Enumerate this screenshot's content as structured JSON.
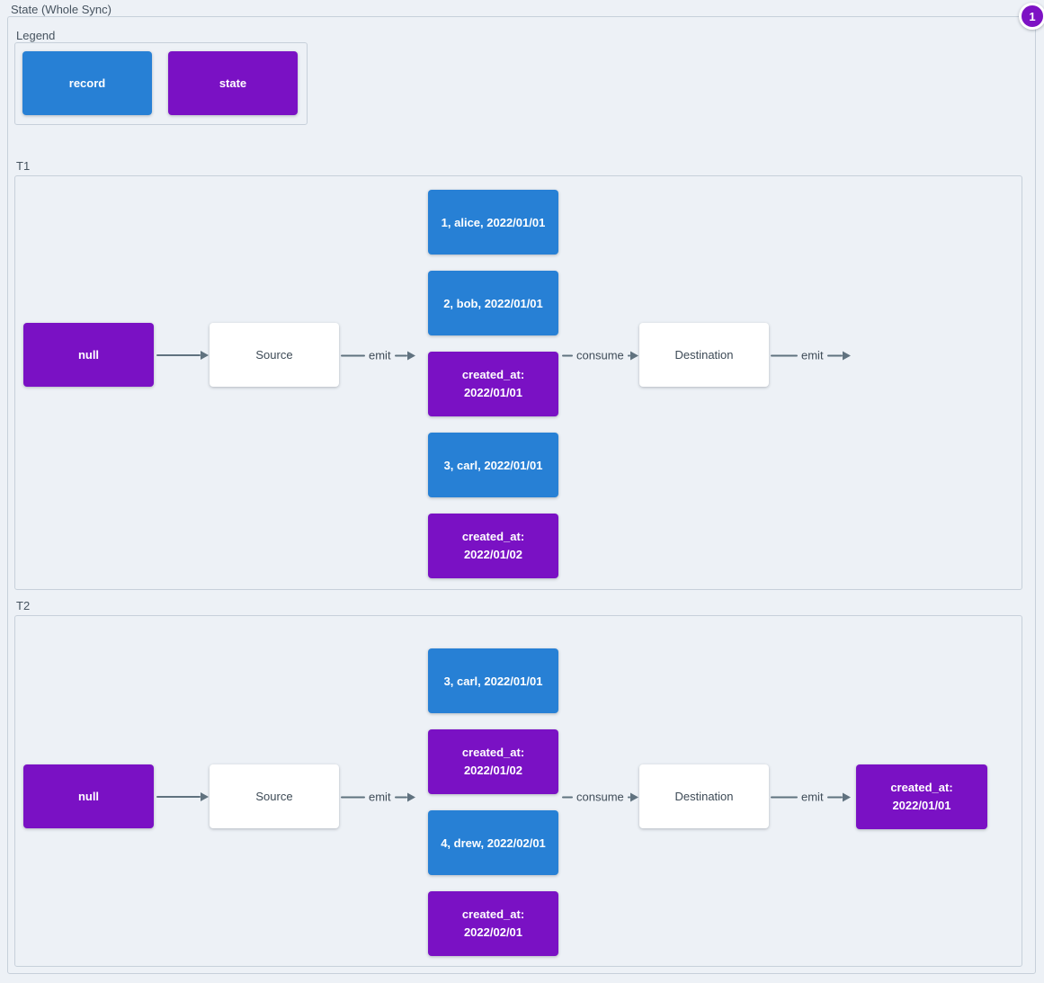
{
  "header": {
    "title": "State (Whole Sync)",
    "badge_count": "1"
  },
  "colors": {
    "record_blue": "#2780d5",
    "state_purple": "#7a11c4",
    "badge_purple": "#7d12c4",
    "background": "#edf1f6",
    "panel_border": "#c7d0da",
    "arrow_gray": "#60727f"
  },
  "legend": {
    "title": "Legend",
    "items": [
      {
        "type": "record",
        "label": "record"
      },
      {
        "type": "state",
        "label": "state"
      }
    ]
  },
  "sections": [
    {
      "label": "T1",
      "input_state": "null",
      "source_label": "Source",
      "emit_label": "emit",
      "consume_label": "consume",
      "destination_label": "Destination",
      "emit_out_label": "emit",
      "stream": [
        {
          "type": "record",
          "text": "1, alice, 2022/01/01"
        },
        {
          "type": "record",
          "text": "2, bob, 2022/01/01"
        },
        {
          "type": "state",
          "text": "created_at:\n2022/01/01"
        },
        {
          "type": "record",
          "text": "3, carl, 2022/01/01"
        },
        {
          "type": "state",
          "text": "created_at:\n2022/01/02"
        }
      ]
    },
    {
      "label": "T2",
      "input_state": "null",
      "source_label": "Source",
      "emit_label": "emit",
      "consume_label": "consume",
      "destination_label": "Destination",
      "emit_out_label": "emit",
      "stream": [
        {
          "type": "record",
          "text": "3, carl, 2022/01/01"
        },
        {
          "type": "state",
          "text": "created_at:\n2022/01/02"
        },
        {
          "type": "record",
          "text": "4, drew, 2022/02/01"
        },
        {
          "type": "state",
          "text": "created_at:\n2022/02/01"
        }
      ],
      "output_state": "created_at:\n2022/01/01"
    }
  ]
}
